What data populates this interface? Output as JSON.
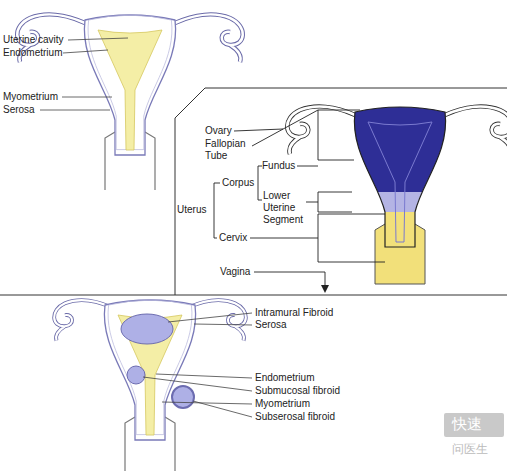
{
  "diagram": {
    "labels": [
      "Uterine cavity",
      "Endometrium",
      "Myometrium",
      "Serosa",
      "Ovary",
      "Fallopian Tube",
      "Fundus",
      "Corpus",
      "Lower Uterine Segment",
      "Uterus",
      "Cervix",
      "Vagina",
      "Intramural Fibroid",
      "Serosa",
      "Endometrium",
      "Submucosal fibroid",
      "Myometrium",
      "Subserosal fibroid",
      "快速",
      "问医生"
    ]
  }
}
